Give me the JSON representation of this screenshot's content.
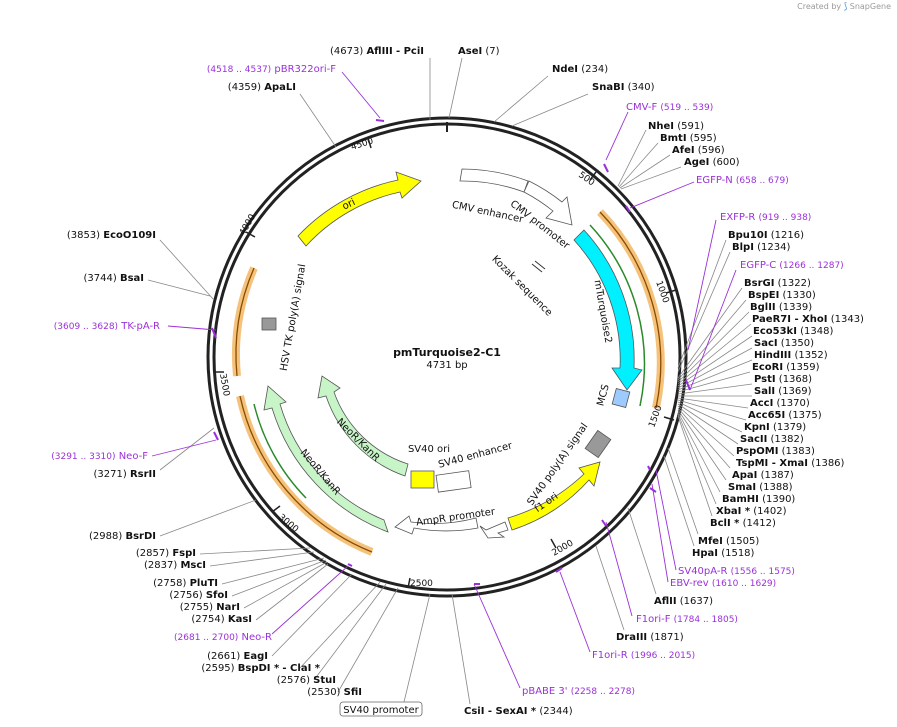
{
  "brand": {
    "created_by": "Created by",
    "app": "SnapGene"
  },
  "plasmid": {
    "name": "pmTurquoise2-C1",
    "length_label": "4731 bp",
    "length": 4731
  },
  "ticks": [
    "500",
    "1000",
    "1500",
    "2000",
    "2500",
    "3000",
    "3500",
    "4000",
    "4500"
  ],
  "features": [
    {
      "label": "CMV enhancer"
    },
    {
      "label": "CMV promoter"
    },
    {
      "label": "Kozak sequence"
    },
    {
      "label": "mTurquoise2"
    },
    {
      "label": "MCS"
    },
    {
      "label": "SV40 poly(A) signal"
    },
    {
      "label": "f1 ori"
    },
    {
      "label": "AmpR promoter"
    },
    {
      "label": "SV40 ori"
    },
    {
      "label": "SV40 enhancer"
    },
    {
      "label": "NeoR/KanR"
    },
    {
      "label": "NeoR/KanR"
    },
    {
      "label": "HSV TK poly(A) signal"
    },
    {
      "label": "ori"
    }
  ],
  "sites_left": [
    {
      "pos": "(4673)",
      "name": "AflIII",
      "extra": "- PciI"
    },
    {
      "pos": "(4359)",
      "name": "ApaLI",
      "extra": ""
    },
    {
      "pos": "(3853)",
      "name": "EcoO109I",
      "extra": ""
    },
    {
      "pos": "(3744)",
      "name": "BsaI",
      "extra": ""
    },
    {
      "pos": "(3271)",
      "name": "RsrII",
      "extra": ""
    },
    {
      "pos": "(2988)",
      "name": "BsrDI",
      "extra": ""
    },
    {
      "pos": "(2857)",
      "name": "FspI",
      "extra": ""
    },
    {
      "pos": "(2837)",
      "name": "MscI",
      "extra": ""
    },
    {
      "pos": "(2758)",
      "name": "PluTI",
      "extra": ""
    },
    {
      "pos": "(2756)",
      "name": "SfoI",
      "extra": ""
    },
    {
      "pos": "(2755)",
      "name": "NarI",
      "extra": ""
    },
    {
      "pos": "(2754)",
      "name": "KasI",
      "extra": ""
    },
    {
      "pos": "(2661)",
      "name": "EagI",
      "extra": ""
    },
    {
      "pos": "(2595)",
      "name": "BspDI *",
      "extra": "- ClaI *"
    },
    {
      "pos": "(2576)",
      "name": "StuI",
      "extra": ""
    },
    {
      "pos": "(2530)",
      "name": "SfiI",
      "extra": ""
    }
  ],
  "sites_right": [
    {
      "name": "AseI",
      "pos": "(7)"
    },
    {
      "name": "NdeI",
      "pos": "(234)"
    },
    {
      "name": "SnaBI",
      "pos": "(340)"
    },
    {
      "name": "NheI",
      "pos": "(591)"
    },
    {
      "name": "BmtI",
      "pos": "(595)"
    },
    {
      "name": "AfeI",
      "pos": "(596)"
    },
    {
      "name": "AgeI",
      "pos": "(600)"
    },
    {
      "name": "Bpu10I",
      "pos": "(1216)"
    },
    {
      "name": "BlpI",
      "pos": "(1234)"
    },
    {
      "name": "BsrGI",
      "pos": "(1322)"
    },
    {
      "name": "BspEI",
      "pos": "(1330)"
    },
    {
      "name": "BglII",
      "pos": "(1339)"
    },
    {
      "name": "PaeR7I  - XhoI",
      "pos": "(1343)"
    },
    {
      "name": "Eco53kI",
      "pos": "(1348)"
    },
    {
      "name": "SacI",
      "pos": "(1350)"
    },
    {
      "name": "HindIII",
      "pos": "(1352)"
    },
    {
      "name": "EcoRI",
      "pos": "(1359)"
    },
    {
      "name": "PstI",
      "pos": "(1368)"
    },
    {
      "name": "SalI",
      "pos": "(1369)"
    },
    {
      "name": "AccI",
      "pos": "(1370)"
    },
    {
      "name": "Acc65I",
      "pos": "(1375)"
    },
    {
      "name": "KpnI",
      "pos": "(1379)"
    },
    {
      "name": "SacII",
      "pos": "(1382)"
    },
    {
      "name": "PspOMI",
      "pos": "(1383)"
    },
    {
      "name": "TspMI  - XmaI",
      "pos": "(1386)"
    },
    {
      "name": "ApaI",
      "pos": "(1387)"
    },
    {
      "name": "SmaI",
      "pos": "(1388)"
    },
    {
      "name": "BamHI",
      "pos": "(1390)"
    },
    {
      "name": "XbaI *",
      "pos": "(1402)"
    },
    {
      "name": "BclI *",
      "pos": "(1412)"
    },
    {
      "name": "MfeI",
      "pos": "(1505)"
    },
    {
      "name": "HpaI",
      "pos": "(1518)"
    },
    {
      "name": "AflII",
      "pos": "(1637)"
    },
    {
      "name": "DraIII",
      "pos": "(1871)"
    },
    {
      "name": "CsiI  - SexAI *",
      "pos": "(2344)"
    }
  ],
  "primers": [
    {
      "name": "pBR322ori-F",
      "range": "(4518 .. 4537)"
    },
    {
      "name": "CMV-F",
      "range": "(519 .. 539)"
    },
    {
      "name": "EGFP-N",
      "range": "(658 .. 679)"
    },
    {
      "name": "EXFP-R",
      "range": "(919 .. 938)"
    },
    {
      "name": "EGFP-C",
      "range": "(1266 .. 1287)"
    },
    {
      "name": "TK-pA-R",
      "range": "(3609 .. 3628)"
    },
    {
      "name": "Neo-F",
      "range": "(3291 .. 3310)"
    },
    {
      "name": "SV40pA-R",
      "range": "(1556 .. 1575)"
    },
    {
      "name": "EBV-rev",
      "range": "(1610 .. 1629)"
    },
    {
      "name": "F1ori-F",
      "range": "(1784 .. 1805)"
    },
    {
      "name": "F1ori-R",
      "range": "(1996 .. 2015)"
    },
    {
      "name": "pBABE 3'",
      "range": "(2258 .. 2278)"
    },
    {
      "name": "Neo-R",
      "range": "(2681 .. 2700)"
    }
  ],
  "boxed_label": "SV40 promoter",
  "colors": {
    "ring": "#222222",
    "primer": "#9b30d9",
    "ori": "#ffff00",
    "mturq": "#00f0ff",
    "neo": "#c8f5c8",
    "promoter": "#ffffff",
    "orf_highlight": "#f4c27a",
    "orf_line": "#8a4b00",
    "green_line": "#2a8a2a",
    "mcs": "#9ecbff",
    "polyA": "#999999"
  }
}
